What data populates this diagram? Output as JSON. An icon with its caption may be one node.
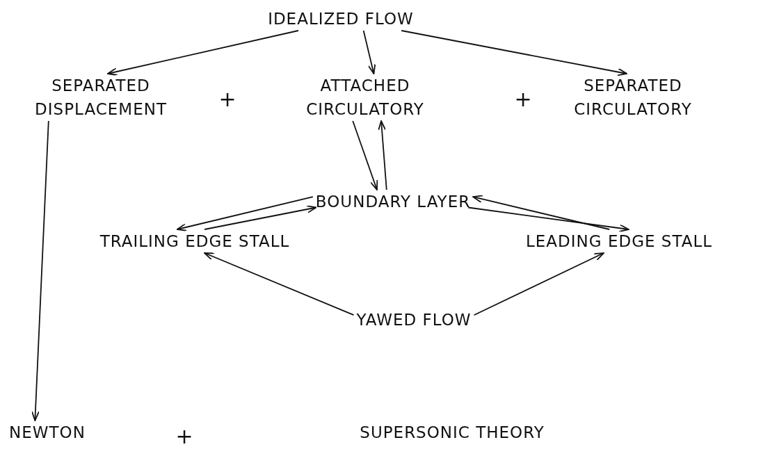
{
  "diagram": {
    "nodes": [
      {
        "text": [
          "IDEALIZED FLOW"
        ]
      },
      {
        "text": [
          "SEPARATED DISPLACEMENT"
        ]
      },
      {
        "text": [
          "ATTACHED CIRCULATORY"
        ]
      },
      {
        "text": [
          "SEPARATED CIRCULATORY"
        ]
      },
      {
        "text": [
          "BOUNDARY LAYER"
        ]
      },
      {
        "text": [
          "TRAILING EDGE STALL"
        ]
      },
      {
        "text": [
          "LEADING EDGE STALL"
        ]
      },
      {
        "text": [
          "YAWED FLOW"
        ]
      },
      {
        "text": [
          "NEWTON"
        ]
      },
      {
        "text": [
          "SUPERSONIC THEORY"
        ]
      }
    ],
    "edges": [
      {
        "from": 0,
        "to": 1,
        "arrow": "to"
      },
      {
        "from": 0,
        "to": 2,
        "arrow": "to"
      },
      {
        "from": 0,
        "to": 3,
        "arrow": "to"
      },
      {
        "from": 2,
        "to": 4,
        "arrow": "to"
      },
      {
        "from": 4,
        "to": 2,
        "arrow": "to"
      },
      {
        "from": 4,
        "to": 5,
        "arrow": "to"
      },
      {
        "from": 5,
        "to": 4,
        "arrow": "to"
      },
      {
        "from": 4,
        "to": 6,
        "arrow": "to"
      },
      {
        "from": 6,
        "to": 4,
        "arrow": "to"
      },
      {
        "from": 7,
        "to": 5,
        "arrow": "to"
      },
      {
        "from": 7,
        "to": 6,
        "arrow": "to"
      },
      {
        "from": 1,
        "to": 8,
        "arrow": "to"
      }
    ],
    "labels": [
      "+",
      "+",
      "+"
    ]
  }
}
